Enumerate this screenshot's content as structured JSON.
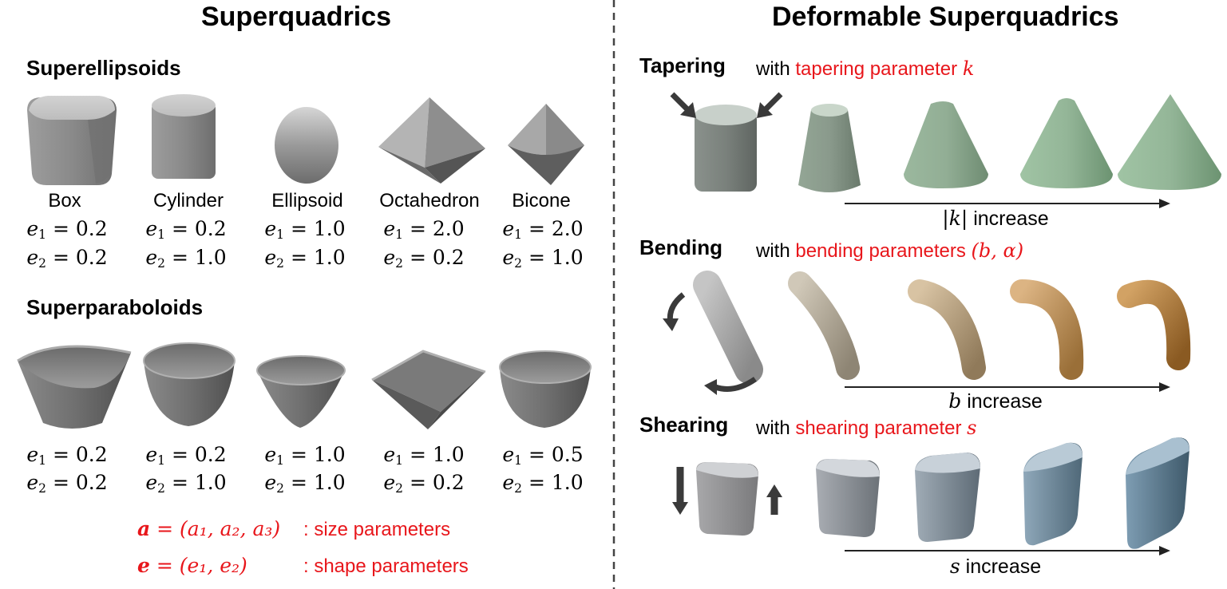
{
  "left": {
    "title": "Superquadrics",
    "superellipsoids": {
      "heading": "Superellipsoids",
      "shapes": [
        {
          "name": "Box",
          "e1": "0.2",
          "e2": "0.2",
          "icon": "box-icon"
        },
        {
          "name": "Cylinder",
          "e1": "0.2",
          "e2": "1.0",
          "icon": "cylinder-icon"
        },
        {
          "name": "Ellipsoid",
          "e1": "1.0",
          "e2": "1.0",
          "icon": "ellipsoid-icon"
        },
        {
          "name": "Octahedron",
          "e1": "2.0",
          "e2": "0.2",
          "icon": "octahedron-icon"
        },
        {
          "name": "Bicone",
          "e1": "2.0",
          "e2": "1.0",
          "icon": "bicone-icon"
        }
      ]
    },
    "superparaboloids": {
      "heading": "Superparaboloids",
      "shapes": [
        {
          "e1": "0.2",
          "e2": "0.2",
          "icon": "square-bowl-icon"
        },
        {
          "e1": "0.2",
          "e2": "1.0",
          "icon": "round-bowl-icon"
        },
        {
          "e1": "1.0",
          "e2": "1.0",
          "icon": "paraboloid-bowl-icon"
        },
        {
          "e1": "1.0",
          "e2": "0.2",
          "icon": "square-dish-icon"
        },
        {
          "e1": "0.5",
          "e2": "1.0",
          "icon": "deep-bowl-icon"
        }
      ]
    },
    "legend": {
      "size_symbol": "a",
      "size_rhs": "(a₁, a₂, a₃)",
      "size_label": ": size parameters",
      "shape_symbol": "e",
      "shape_rhs": "(e₁, e₂)",
      "shape_label": ": shape parameters"
    }
  },
  "right": {
    "title": "Deformable Superquadrics",
    "tapering": {
      "heading": "Tapering",
      "with": "with",
      "param_text": "tapering parameter",
      "param_symbol": "k",
      "axis_symbol": "|k|",
      "axis_text": "increase"
    },
    "bending": {
      "heading": "Bending",
      "with": "with",
      "param_text": "bending parameters",
      "param_symbol": "(b, α)",
      "axis_symbol": "b",
      "axis_text": "increase"
    },
    "shearing": {
      "heading": "Shearing",
      "with": "with",
      "param_text": "shearing parameter",
      "param_symbol": "s",
      "axis_symbol": "s",
      "axis_text": "increase"
    }
  },
  "colors": {
    "red": "#e8161b",
    "gray_shape": "#9a9a9a",
    "taper_green": "#8fb592",
    "bend_tan": "#b0833f",
    "shear_blue": "#5a8099",
    "arrow": "#3a3a3a"
  }
}
